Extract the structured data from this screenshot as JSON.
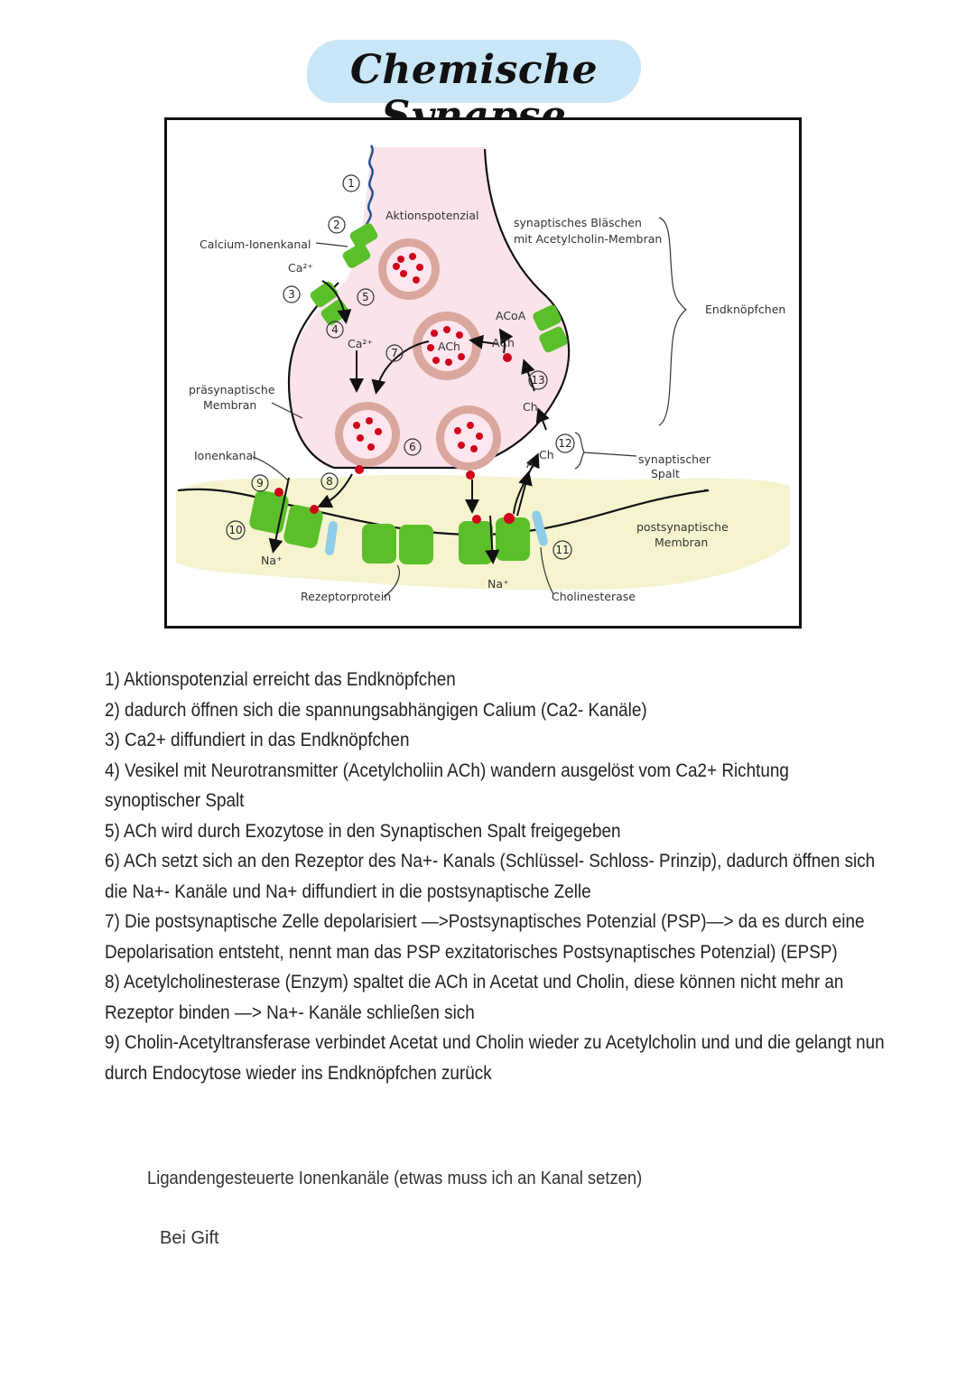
{
  "title": "Chemische Synapse",
  "diagram": {
    "labels": {
      "aktionspotenzial": "Aktionspotenzial",
      "calcium_ionenkanal": "Calcium-Ionenkanal",
      "ca_top": "Ca²⁺",
      "ca_inside": "Ca²⁺",
      "blaeschen_line1": "synaptisches Bläschen",
      "blaeschen_line2": "mit Acetylcholin-Membran",
      "endknoepfchen": "Endknöpfchen",
      "acoa": "ACoA",
      "ach_right": "ACh",
      "ach_vesicle": "ACh",
      "ch_mid": "Ch",
      "ch_low": "Ch",
      "a": "A",
      "praesyn_line1": "präsynaptische",
      "praesyn_line2": "Membran",
      "ionenkanal": "Ionenkanal",
      "spalt_line1": "synaptischer",
      "spalt_line2": "Spalt",
      "postsyn_line1": "postsynaptische",
      "postsyn_line2": "Membran",
      "na_left": "Na⁺",
      "na_right": "Na⁺",
      "rezeptorprotein": "Rezeptorprotein",
      "cholinesterase": "Cholinesterase"
    },
    "numbers": [
      "1",
      "2",
      "3",
      "4",
      "5",
      "6",
      "7",
      "8",
      "9",
      "10",
      "11",
      "12",
      "13"
    ]
  },
  "notes": [
    "1) Aktionspotenzial erreicht das Endknöpfchen",
    "2) dadurch öffnen sich die spannungsabhängigen Calium (Ca2- Kanäle)",
    "3) Ca2+ diffundiert in das Endknöpfchen",
    "4) Vesikel mit Neurotransmitter (Acetylcholiin ACh) wandern ausgelöst vom Ca2+ Richtung synoptischer Spalt",
    "5) ACh wird durch Exozytose in den Synaptischen Spalt freigegeben",
    "6) ACh setzt sich an den Rezeptor des Na+- Kanals (Schlüssel- Schloss- Prinzip), dadurch öffnen sich die Na+- Kanäle und Na+ diffundiert in die postsynaptische Zelle",
    "7) Die postsynaptische Zelle depolarisiert —>Postsynaptisches Potenzial (PSP)—> da es durch eine Depolarisation entsteht, nennt man das PSP exzitatorisches Postsynaptisches Potenzial) (EPSP)",
    "8) Acetylcholinesterase (Enzym) spaltet die ACh in Acetat und Cholin, diese können nicht mehr an Rezeptor binden —> Na+- Kanäle schließen sich",
    "9) Cholin-Acetyltransferase verbindet Acetat und Cholin wieder zu Acetylcholin und und die gelangt nun durch Endocytose wieder ins Endknöpfchen zurück"
  ],
  "extra_line_1": "Ligandengesteuerte Ionenkanäle (etwas muss ich an Kanal setzen)",
  "extra_line_2": "Bei Gift",
  "colors": {
    "terminal": "#fbe3ea",
    "postsynaptic": "#f5f4cf",
    "vesicle_ring": "#d9a79d",
    "vesicle_inner": "#fde6ee",
    "transmitter": "#d0021b",
    "channel": "#5bbf2a",
    "cholinesterase": "#8fcde8",
    "title_highlight": "#c9e6f6"
  }
}
